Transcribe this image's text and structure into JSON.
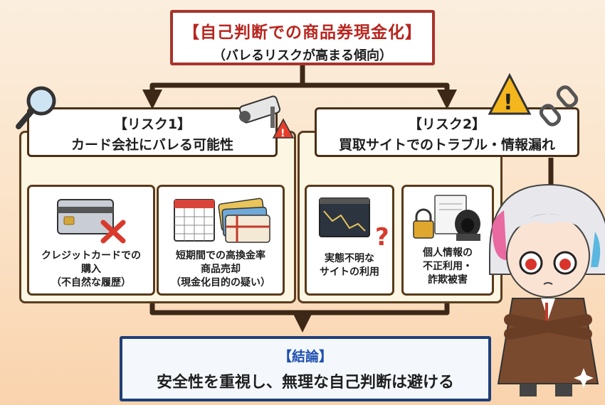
{
  "title": {
    "main": "【自己判断での商品券現金化】",
    "sub": "（バレるリスクが高まる傾向）"
  },
  "risk1": {
    "label": "【リスク1】",
    "heading": "カード会社にバレる可能性",
    "items": [
      {
        "lines": [
          "クレジットカードでの",
          "購入",
          "（不自然な履歴）"
        ]
      },
      {
        "lines": [
          "短期間での高換金率",
          "商品売却",
          "（現金化目的の疑い）"
        ]
      }
    ]
  },
  "risk2": {
    "label": "【リスク2】",
    "heading": "買取サイトでのトラブル・情報漏れ",
    "items": [
      {
        "lines": [
          "実態不明な",
          "サイトの利用"
        ]
      },
      {
        "lines": [
          "個人情報の",
          "不正利用・",
          "詐欺被害"
        ]
      }
    ]
  },
  "conclusion": {
    "label": "【結論】",
    "text": "安全性を重視し、無理な自己判断は避ける"
  },
  "colors": {
    "title_border": "#a8332c",
    "title_text": "#b8261f",
    "conclusion_border": "#1f3f79",
    "conclusion_label": "#1f4fb0",
    "arrow": "#3d2817"
  },
  "icons": [
    "magnifier-icon",
    "security-camera-icon",
    "warning-icon",
    "broken-chain-icon",
    "credit-card-icon",
    "cross-icon",
    "calendar-icon",
    "gift-card-icon",
    "website-chart-icon",
    "question-icon",
    "document-icon",
    "padlock-icon",
    "hacker-icon",
    "character-illustration",
    "sparkle-icon"
  ]
}
